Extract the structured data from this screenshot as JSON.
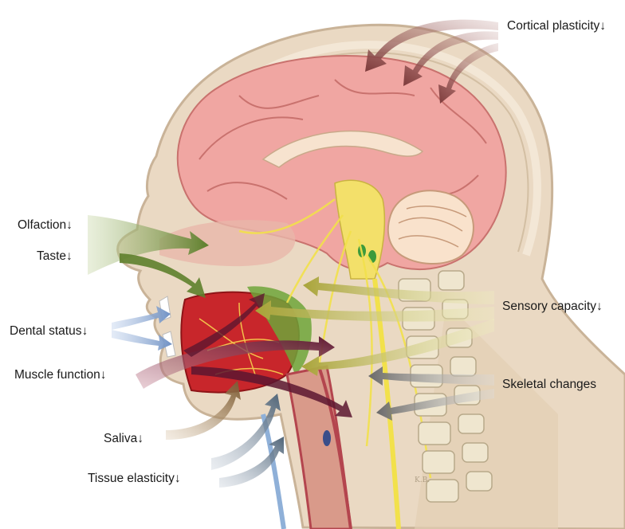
{
  "labels": {
    "cortical_plasticity": "Cortical plasticity↓",
    "olfaction": "Olfaction↓",
    "taste": "Taste↓",
    "dental_status": "Dental status↓",
    "muscle_function": "Muscle function↓",
    "saliva": "Saliva↓",
    "tissue_elasticity": "Tissue elasticity↓",
    "sensory_capacity": "Sensory capacity↓",
    "skeletal_changes": "Skeletal changes"
  },
  "colors": {
    "background": "#ffffff",
    "skin": "#ead9c3",
    "brain": "#f0a6a2",
    "brain_outline": "#c9726e",
    "tongue": "#c8262b",
    "nerve": "#f2e14b",
    "spine": "#efe6cf",
    "airway": "#b4454e",
    "cortical_arrow": "#8a4a4a",
    "olfaction_arrow": "#6e8a3a",
    "dental_arrow": "#7c9ccc",
    "muscle_arrow": "#6a1f35",
    "saliva_arrow": "#8a6a45",
    "tissue_arrow": "#5f7285",
    "sensory_arrow": "#b8b444",
    "skeletal_arrow": "#7d7d7d"
  }
}
